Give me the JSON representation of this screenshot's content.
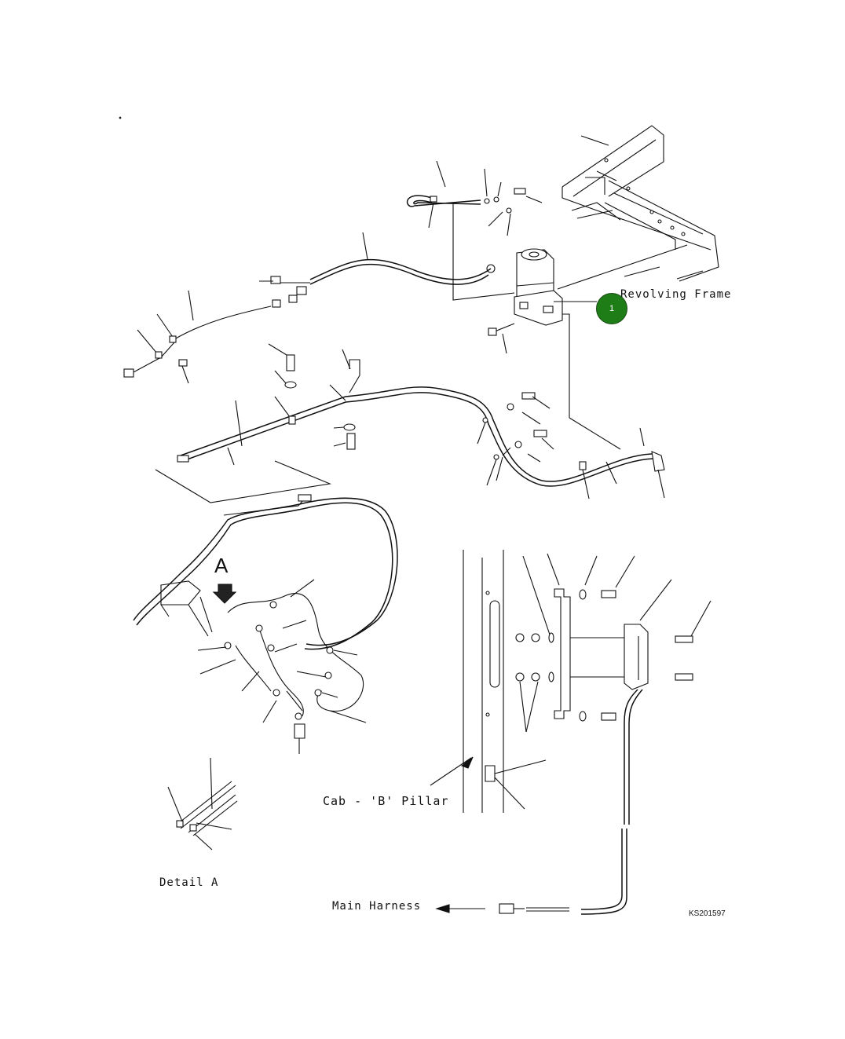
{
  "labels": {
    "revolving_frame": "Revolving Frame",
    "cab_pillar": "Cab - 'B' Pillar",
    "detail_a": "Detail A",
    "main_harness": "Main Harness",
    "drawing_code": "KS201597",
    "view_letter": "A"
  },
  "callouts": [
    {
      "text": "1",
      "color": "#1e7d17"
    }
  ],
  "colors": {
    "line": "#111111",
    "callout_fill": "#1e7d17"
  }
}
